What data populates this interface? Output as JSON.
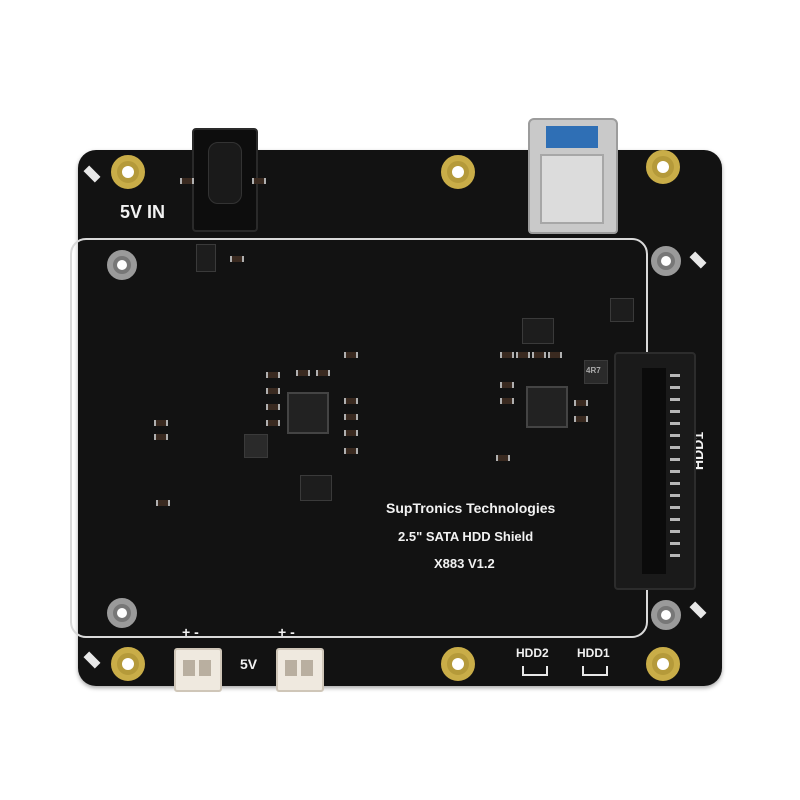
{
  "photo": {
    "board_name": "SupTronics Technologies",
    "product_line": "2.5\" SATA HDD Shield",
    "model": "X883 V1.2",
    "labels": {
      "power_in": "5V IN",
      "hdd_connector": "HDD1",
      "aux_power": "5V",
      "led_hdd2": "HDD2",
      "led_hdd1": "HDD1",
      "polarity_left": "+ -",
      "polarity_right": "+ -",
      "inductor": "4R7"
    },
    "colors": {
      "pcb": "#121212",
      "silkscreen": "#f2f2f2",
      "mount_hole_gold": "#c9ad48",
      "usb_tongue": "#2f6fb5",
      "jst_connector": "#efe9df"
    }
  }
}
